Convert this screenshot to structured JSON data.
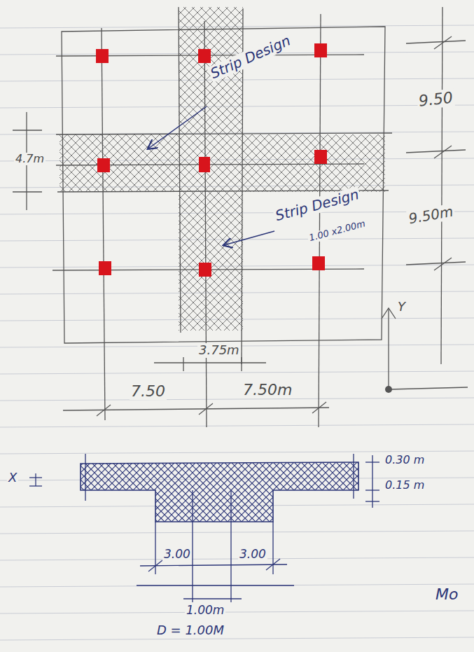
{
  "diagram": {
    "labels": [
      "Strip Design",
      "9.50",
      "4.7m",
      "Strip Design",
      "1.00 x2.00m",
      "9.50m",
      "3.75m",
      "7.50",
      "7.50m",
      "Y",
      "X",
      "0.30 m",
      "0.15 m",
      "3.00",
      "3.00",
      "1.00m",
      "D = 1.00M",
      "Mo"
    ]
  }
}
